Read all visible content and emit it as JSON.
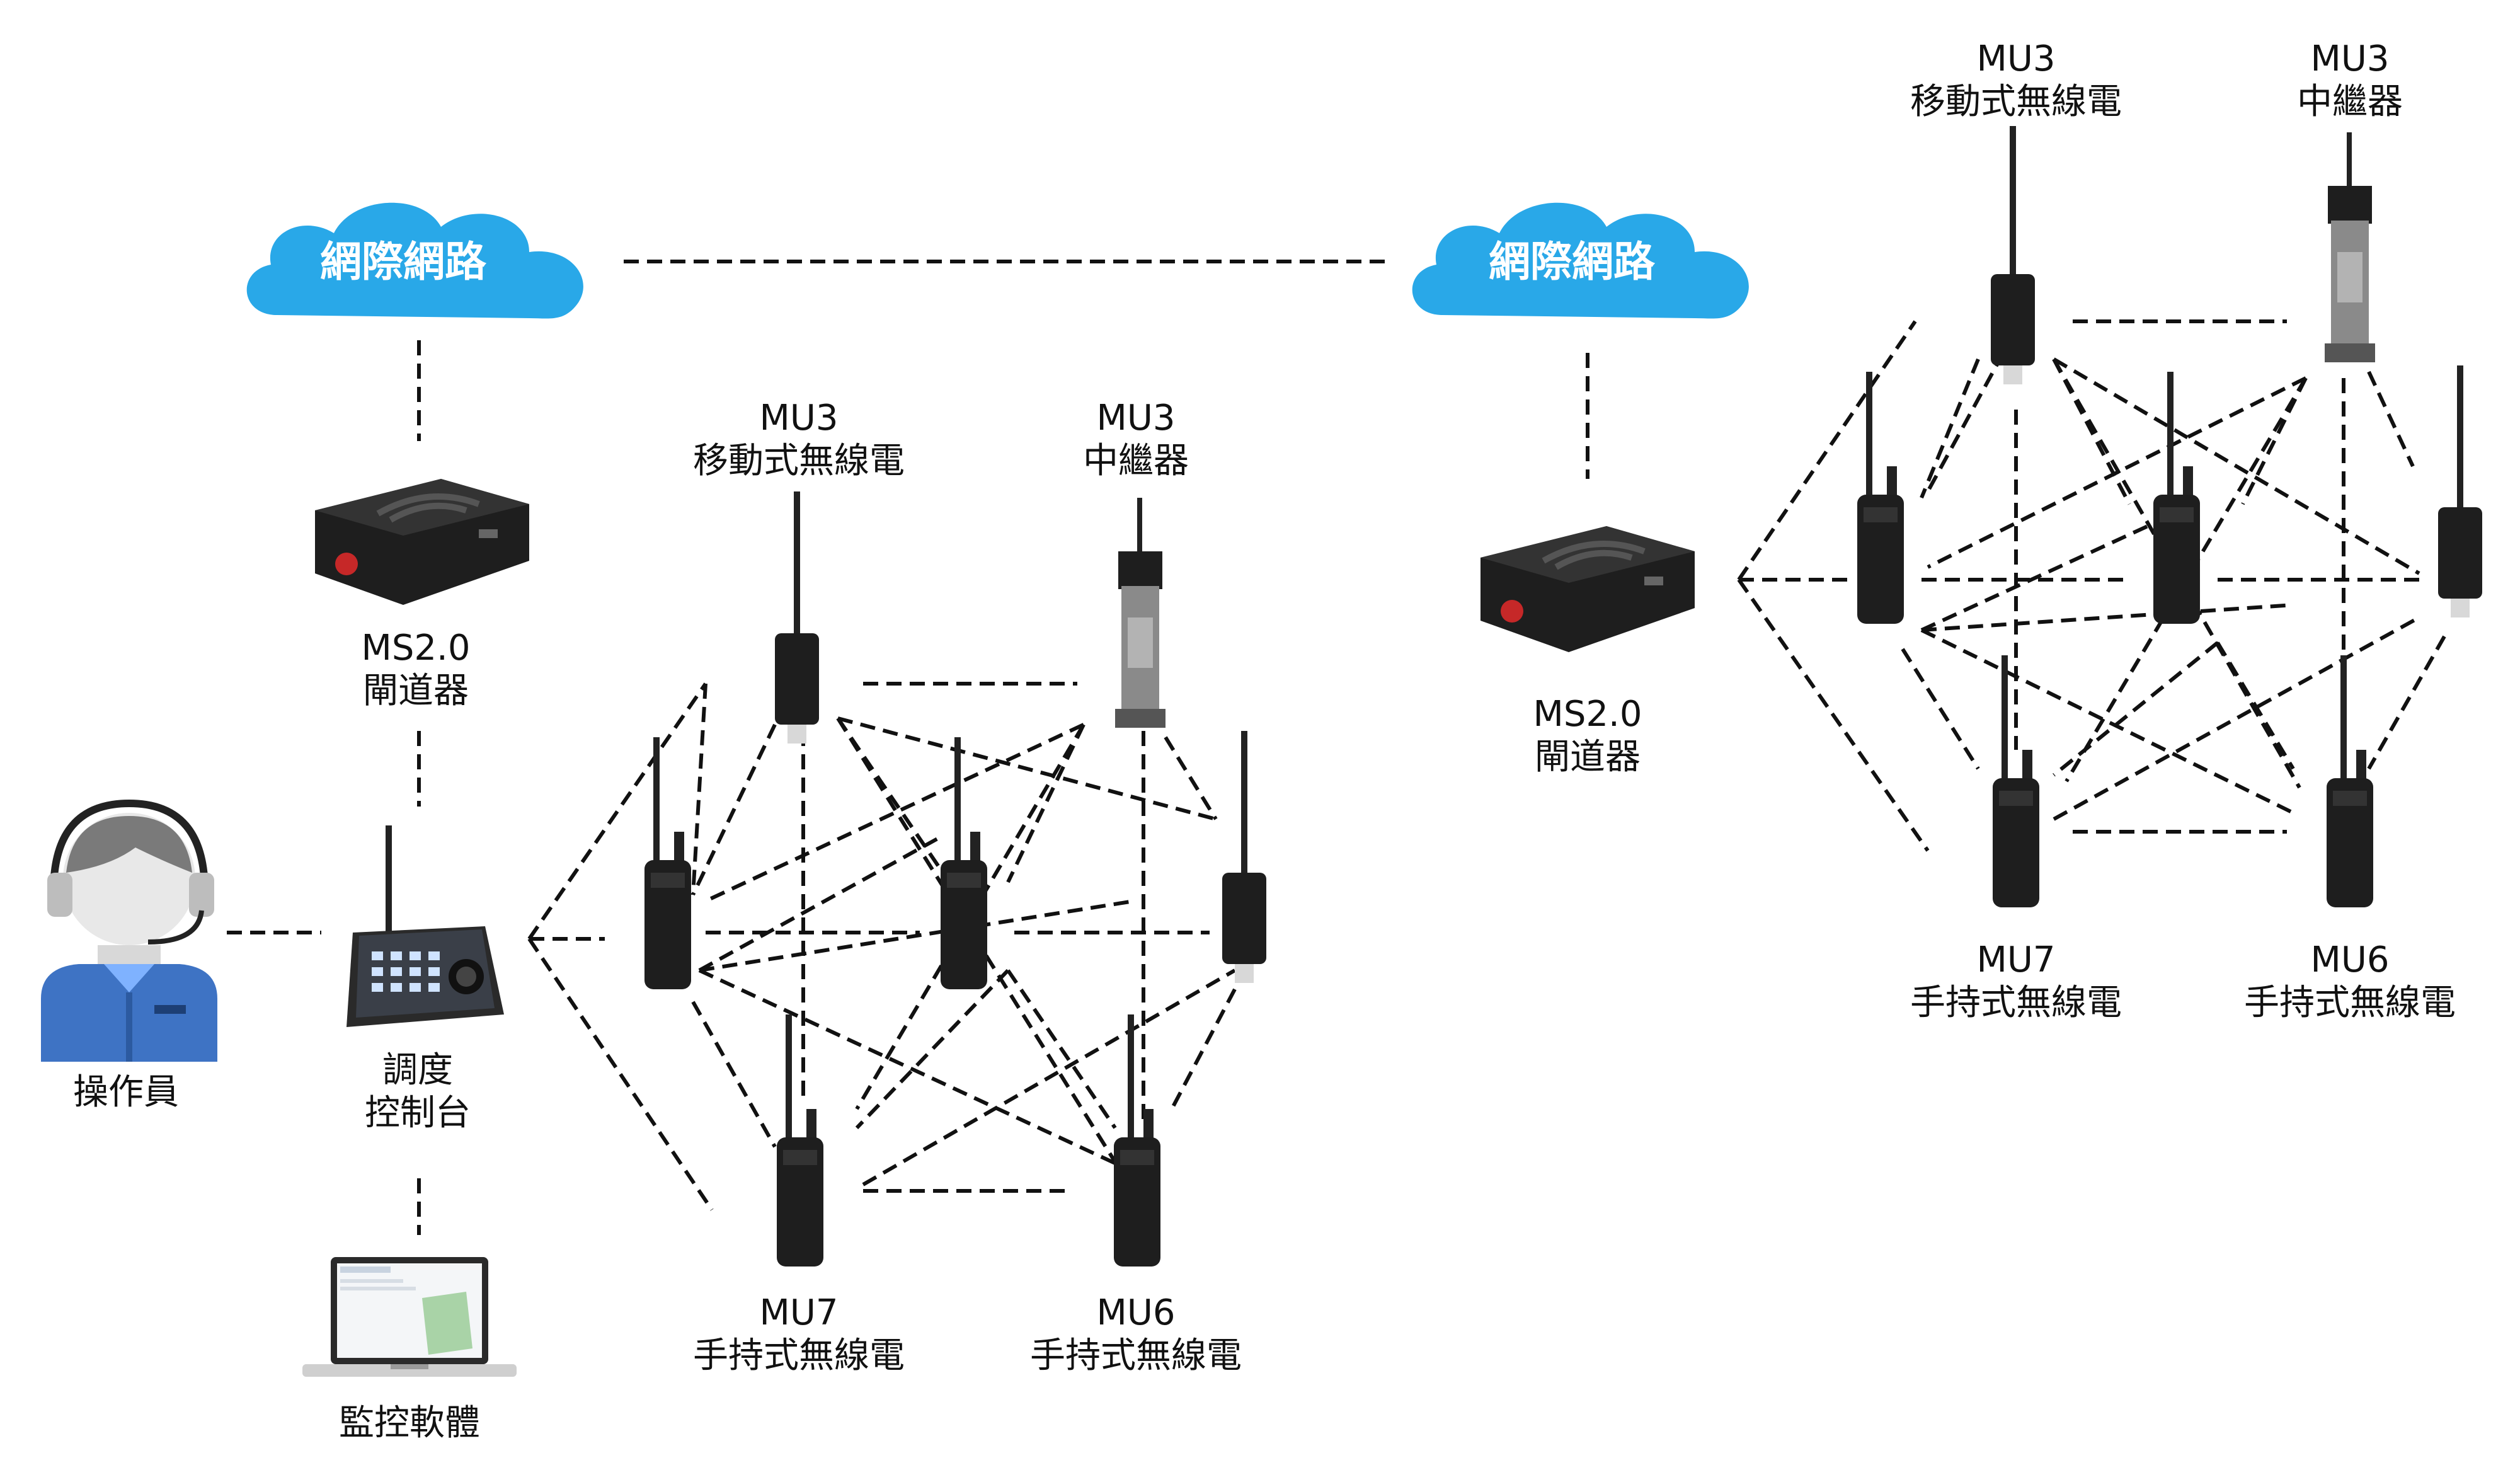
{
  "colors": {
    "cloud": "#29A8E8",
    "cloud_text": "#ffffff",
    "device_body": "#1e1e1e",
    "operator_shirt": "#3E73C4",
    "operator_head": "#7a7a7a",
    "line": "#111111"
  },
  "left": {
    "cloud": {
      "text": "網際網路",
      "icon": "cloud-icon"
    },
    "gateway": {
      "line1": "MS2.0",
      "line2": "閘道器",
      "icon": "gateway-device-icon"
    },
    "operator": {
      "label": "操作員",
      "icon": "operator-headset-icon"
    },
    "console": {
      "line1": "調度",
      "line2": "控制台",
      "icon": "dispatch-console-icon"
    },
    "laptop": {
      "label": "監控軟體",
      "icon": "laptop-icon"
    },
    "mobile_radio": {
      "line1": "MU3",
      "line2": "移動式無線電"
    },
    "repeater": {
      "line1": "MU3",
      "line2": "中繼器"
    },
    "handheld_a": {
      "line1": "MU7",
      "line2": "手持式無線電"
    },
    "handheld_b": {
      "line1": "MU6",
      "line2": "手持式無線電"
    }
  },
  "right": {
    "cloud": {
      "text": "網際網路",
      "icon": "cloud-icon"
    },
    "gateway": {
      "line1": "MS2.0",
      "line2": "閘道器",
      "icon": "gateway-device-icon"
    },
    "mobile_radio": {
      "line1": "MU3",
      "line2": "移動式無線電"
    },
    "repeater": {
      "line1": "MU3",
      "line2": "中繼器"
    },
    "handheld_a": {
      "line1": "MU7",
      "line2": "手持式無線電"
    },
    "handheld_b": {
      "line1": "MU6",
      "line2": "手持式無線電"
    }
  }
}
